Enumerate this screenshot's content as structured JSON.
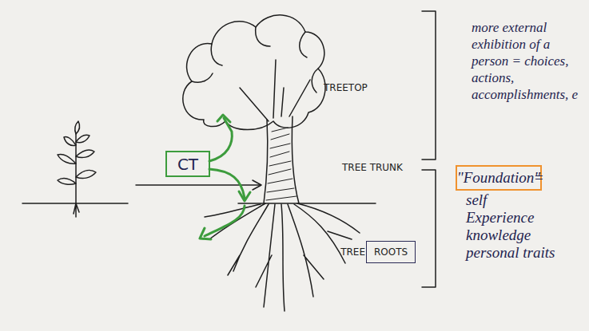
{
  "diagram": {
    "nodes": [
      {
        "text": [
          "CT"
        ]
      },
      {
        "text": [
          "\"Foundation\""
        ]
      },
      {
        "text": [
          "TREE",
          "ROOTS"
        ]
      }
    ],
    "labels": [
      "TREETOP",
      "TREE TRUNK",
      "more external exhibition of a person = choices, actions, accomplishments, e",
      "=",
      "self",
      "Experience",
      "knowledge",
      "personal traits"
    ]
  }
}
